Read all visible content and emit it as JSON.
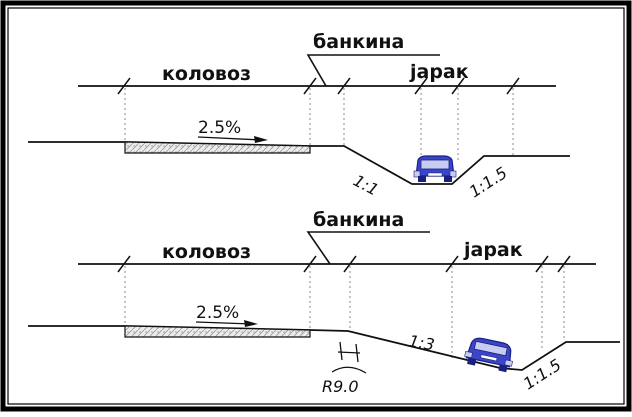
{
  "sections": [
    {
      "id": "top",
      "labels": {
        "carriageway": "коловоз",
        "shoulder": "банкина",
        "ditch": "јарак",
        "crossfall": "2.5%",
        "slope_inner": "1:1",
        "slope_outer": "1:1.5"
      }
    },
    {
      "id": "bottom",
      "labels": {
        "carriageway": "коловоз",
        "shoulder": "банкина",
        "ditch": "јарак",
        "crossfall": "2.5%",
        "slope_inner": "1:3",
        "slope_outer": "1:1.5",
        "radius": "R9.0"
      }
    }
  ],
  "colors": {
    "line": "#111111",
    "frame": "#000000",
    "dashed": "#8a8a8a",
    "hatch_fill": "#e9e9e9",
    "car_body": "#3b45c8",
    "car_light": "#c9ccf2"
  }
}
